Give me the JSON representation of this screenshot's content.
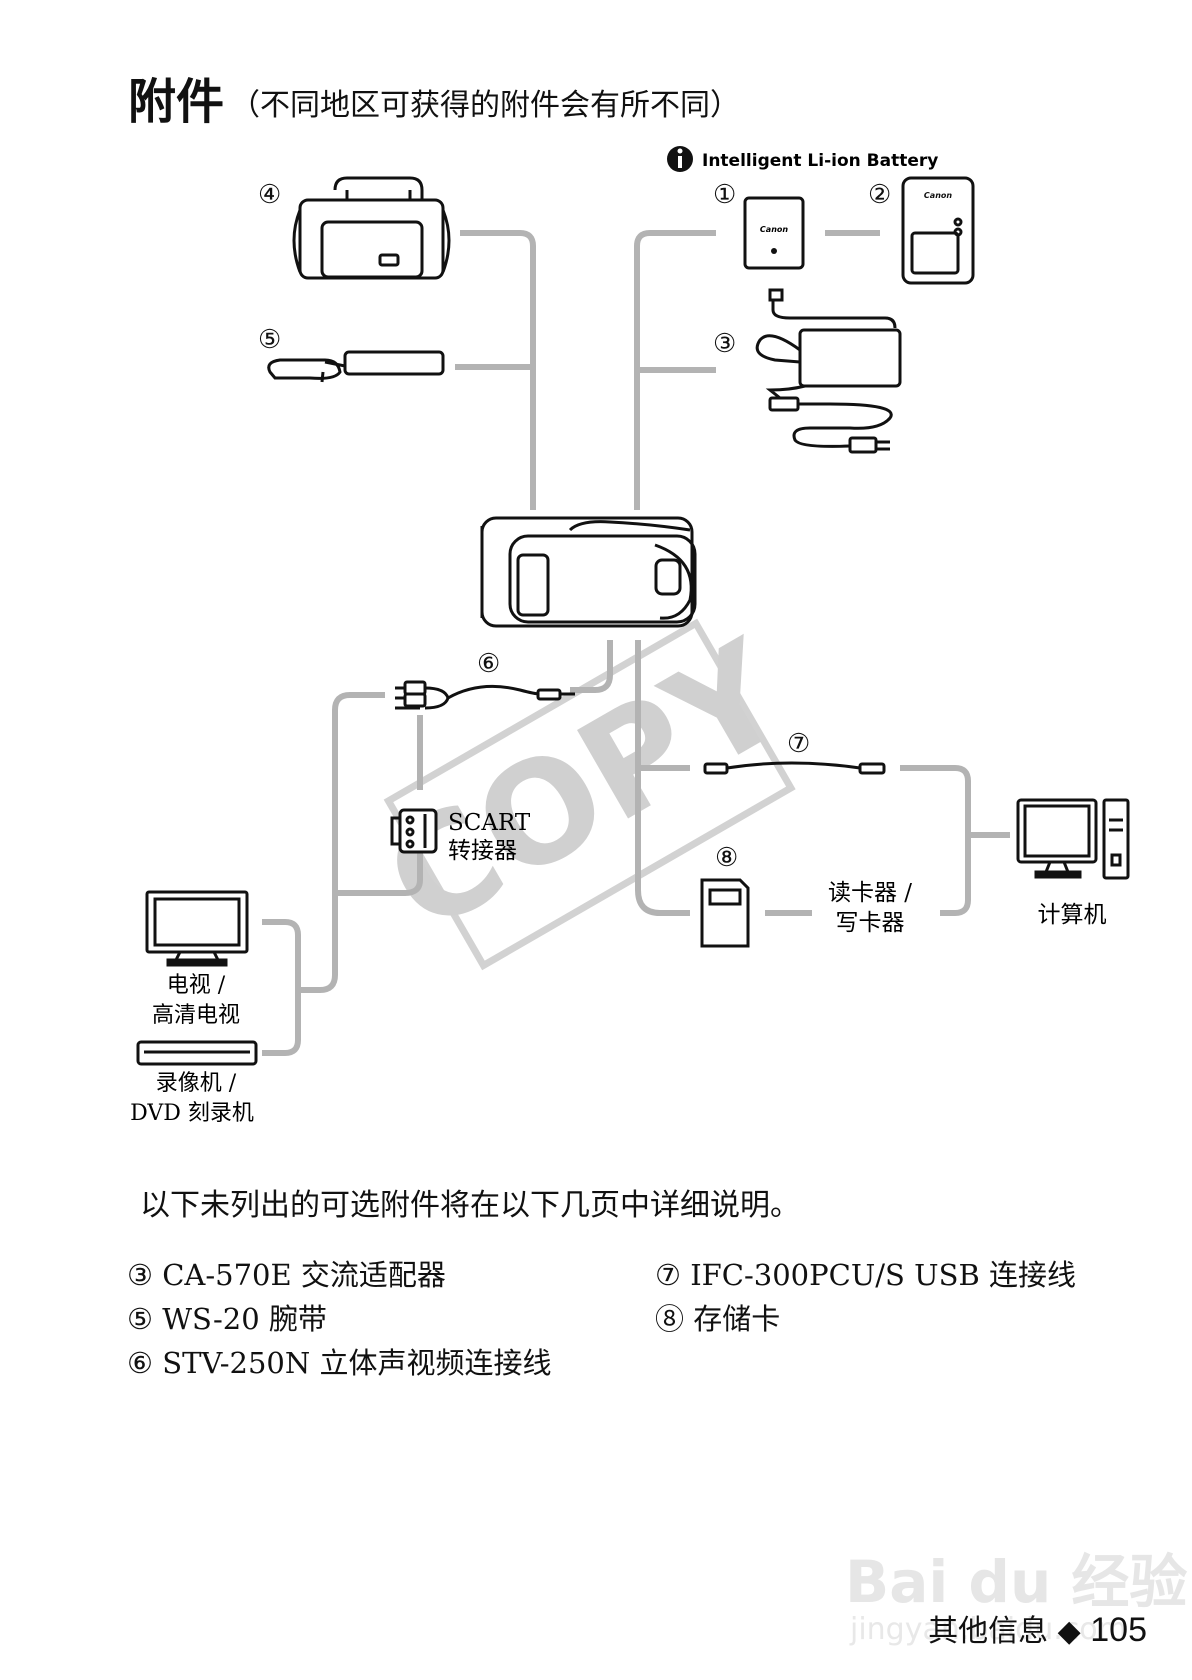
{
  "page": {
    "title": "附件",
    "subtitle": "（不同地区可获得的附件会有所不同）"
  },
  "diagram": {
    "battery_label": "Intelligent Li-ion Battery",
    "canon_logo": "Canon",
    "markers": {
      "m1": "①",
      "m2": "②",
      "m3": "③",
      "m4": "④",
      "m5": "⑤",
      "m6": "⑥",
      "m7": "⑦",
      "m8": "⑧"
    },
    "scart_line1": "SCART",
    "scart_line2": "转接器",
    "tv_line1": "电视 /",
    "tv_line2": "高清电视",
    "vcr_line1": "录像机 /",
    "vcr_line2": "DVD 刻录机",
    "reader_line1": "读卡器 /",
    "reader_line2": "写卡器",
    "computer": "计算机",
    "stamp": "COPY"
  },
  "intro": "以下未列出的可选附件将在以下几页中详细说明。",
  "notes": [
    "③ CA-570E 交流适配器",
    "⑤ WS-20 腕带",
    "⑥ STV-250N 立体声视频连接线",
    "⑦ IFC-300PCU/S USB 连接线",
    "⑧ 存储卡"
  ],
  "footer": {
    "section": "其他信息",
    "page_number": "105"
  },
  "watermark": {
    "text": "Bai du 经验",
    "url": "jingyan.baidu.com"
  }
}
